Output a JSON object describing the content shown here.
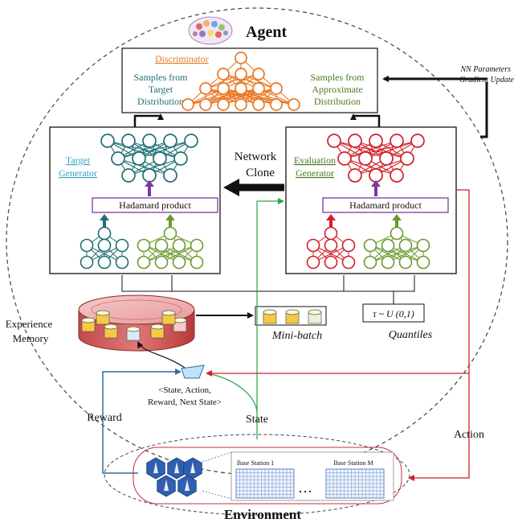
{
  "agent": {
    "title": "Agent"
  },
  "discriminator": {
    "title": "Discriminator",
    "left_label": [
      "Samples from",
      "Target",
      "Distribution"
    ],
    "right_label": [
      "Samples from",
      "Approximate",
      "Distribution"
    ]
  },
  "nn_update": [
    "NN Parameters",
    "Gradient Update"
  ],
  "target_generator": {
    "title": [
      "Target",
      "Generator"
    ],
    "hadamard": "Hadamard product"
  },
  "evaluation_generator": {
    "title": [
      "Evaluation",
      "Generator"
    ],
    "hadamard": "Hadamard product"
  },
  "network_clone": [
    "Network",
    "Clone"
  ],
  "experience_memory": [
    "Experience",
    "Memory"
  ],
  "mini_batch": "Mini-batch",
  "quantiles": {
    "formula": "τ ~ U (0,1)",
    "label": "Quantiles"
  },
  "transition": [
    "<State, Action,",
    "Reward, Next State>"
  ],
  "reward": "Reward",
  "state": "State",
  "action": "Action",
  "environment": {
    "title": "Environment",
    "bs1": "Base Station 1",
    "bsM": "Base Station M",
    "ellipsis": "…"
  },
  "colors": {
    "orange": "#e87722",
    "teal": "#1f6e73",
    "green": "#6a9a2e",
    "red": "#d0202a",
    "purple": "#7a3aa0",
    "blue": "#2a6fa8",
    "state_green": "#2aa44a"
  }
}
